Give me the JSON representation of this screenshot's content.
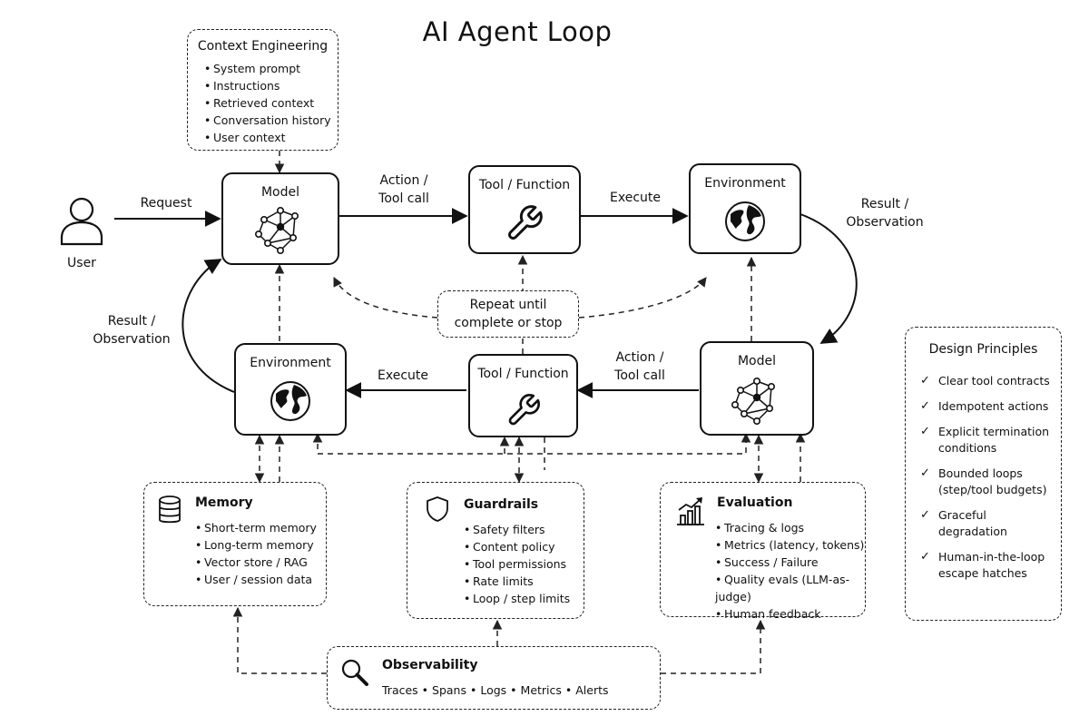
{
  "title": "AI Agent Loop",
  "user": {
    "label": "User"
  },
  "edges": {
    "request": "Request",
    "action_top": [
      "Action /",
      "Tool call"
    ],
    "execute_top": "Execute",
    "result_right": [
      "Result /",
      "Observation"
    ],
    "action_bottom": [
      "Action /",
      "Tool call"
    ],
    "execute_bottom": "Execute",
    "result_left": [
      "Result /",
      "Observation"
    ]
  },
  "nodes": {
    "model_top": "Model",
    "tool_top": "Tool / Function",
    "environment_top": "Environment",
    "environment_bottom": "Environment",
    "tool_bottom": "Tool / Function",
    "model_bottom": "Model"
  },
  "repeat": [
    "Repeat until",
    "complete or stop"
  ],
  "context_engineering": {
    "title": "Context Engineering",
    "items": [
      "System prompt",
      "Instructions",
      "Retrieved context",
      "Conversation history",
      "User context"
    ]
  },
  "memory": {
    "title": "Memory",
    "items": [
      "Short-term memory",
      "Long-term memory",
      "Vector store / RAG",
      "User / session data"
    ]
  },
  "guardrails": {
    "title": "Guardrails",
    "items": [
      "Safety filters",
      "Content policy",
      "Tool permissions",
      "Rate limits",
      "Loop / step limits"
    ]
  },
  "evaluation": {
    "title": "Evaluation",
    "items": [
      "Tracing & logs",
      "Metrics (latency, tokens)",
      "Success / Failure",
      "Quality evals (LLM-as-judge)",
      "Human feedback"
    ]
  },
  "observability": {
    "title": "Observability",
    "items": [
      "Traces",
      "Spans",
      "Logs",
      "Metrics",
      "Alerts"
    ],
    "separator": "•"
  },
  "design_principles": {
    "title": "Design Principles",
    "items": [
      [
        "Clear tool contracts"
      ],
      [
        "Idempotent actions"
      ],
      [
        "Explicit termination",
        "conditions"
      ],
      [
        "Bounded loops",
        "(step/tool budgets)"
      ],
      [
        "Graceful",
        "degradation"
      ],
      [
        "Human-in-the-loop",
        "escape hatches"
      ]
    ]
  },
  "icons": {
    "user": "user-icon",
    "model": "network-graph-icon",
    "tool": "wrench-icon",
    "environment": "globe-icon",
    "memory": "database-icon",
    "guardrails": "shield-icon",
    "evaluation": "bar-chart-trend-icon",
    "observability": "magnifier-icon"
  }
}
